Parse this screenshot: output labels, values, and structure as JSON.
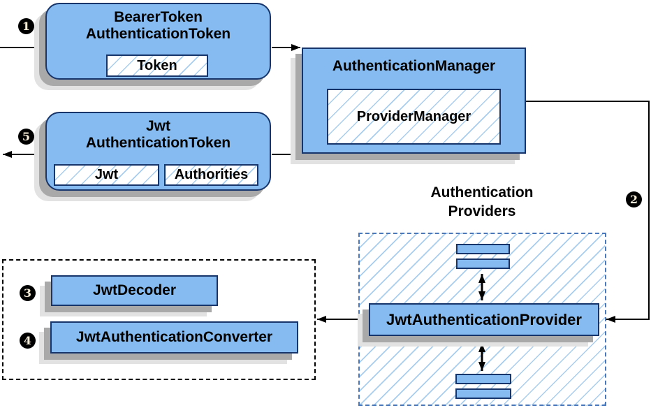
{
  "colors": {
    "node-fill": "#85BBF0",
    "node-border": "#17356B",
    "hatch-line": "#A9CDEF",
    "providers-dash": "#4A78BC",
    "shadow-dark": "#A9A9A9",
    "shadow-light": "#E2E2E2",
    "wire": "#000000",
    "badge-bg": "#000000",
    "badge-text": "#F6EDD9"
  },
  "nodes": {
    "bearer_token": {
      "title_line1": "BearerToken",
      "title_line2": "AuthenticationToken",
      "chip": "Token"
    },
    "authentication_manager": {
      "title": "AuthenticationManager",
      "chip": "ProviderManager"
    },
    "jwt_authentication_token": {
      "title_line1": "Jwt",
      "title_line2": "AuthenticationToken",
      "chip_jwt": "Jwt",
      "chip_authorities": "Authorities"
    },
    "authentication_providers": {
      "label_line1": "Authentication",
      "label_line2": "Providers"
    },
    "jwt_authentication_provider": {
      "label": "JwtAuthenticationProvider"
    },
    "jwt_decoder": {
      "label": "JwtDecoder"
    },
    "jwt_authentication_converter": {
      "label": "JwtAuthenticationConverter"
    }
  },
  "steps": {
    "step1": "1",
    "step2": "2",
    "step3": "3",
    "step4": "4",
    "step5": "5"
  }
}
